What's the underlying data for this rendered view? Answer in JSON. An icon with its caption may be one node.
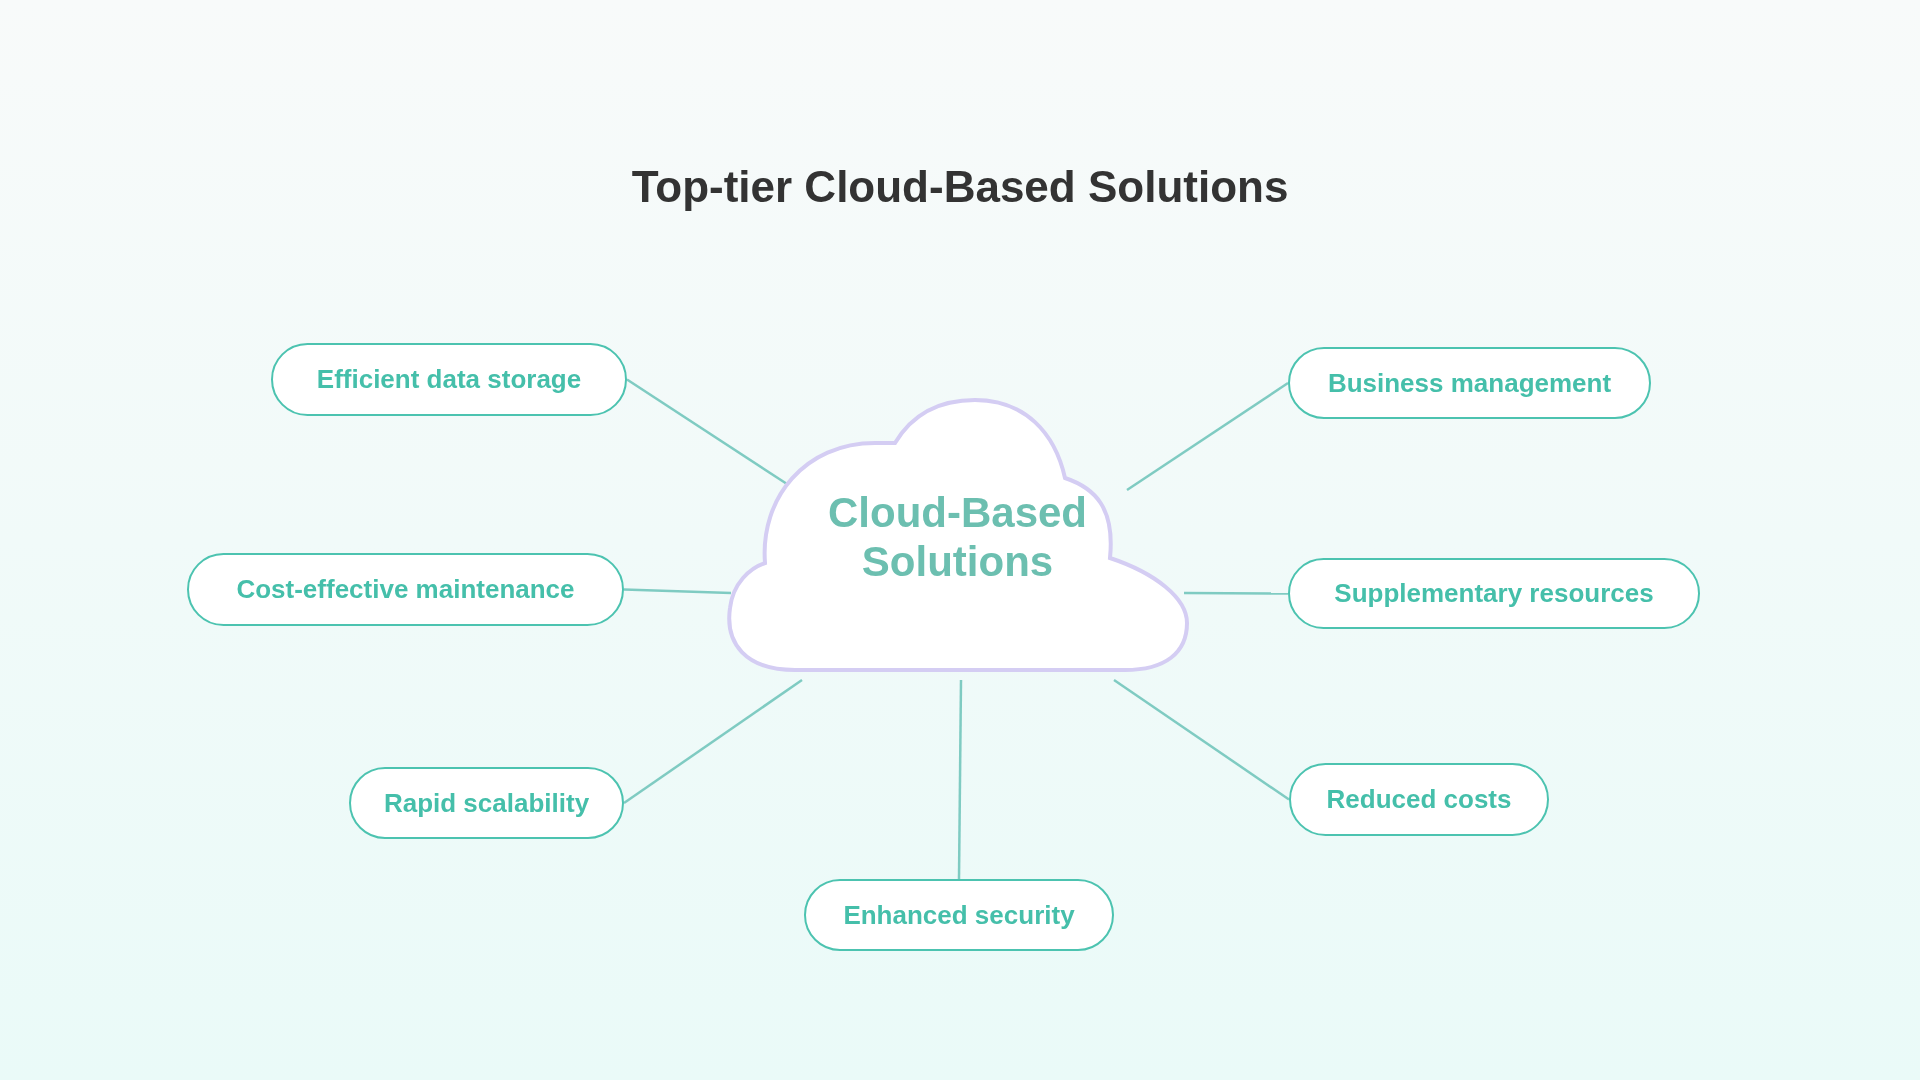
{
  "diagram": {
    "title": "Top-tier Cloud-Based Solutions",
    "nodes": [
      {
        "text": [
          "Cloud-Based Solutions"
        ]
      },
      {
        "text": [
          "Efficient data storage"
        ]
      },
      {
        "text": [
          "Business management"
        ]
      },
      {
        "text": [
          "Cost-effective maintenance"
        ]
      },
      {
        "text": [
          "Supplementary resources"
        ]
      },
      {
        "text": [
          "Rapid scalability"
        ]
      },
      {
        "text": [
          "Reduced costs"
        ]
      },
      {
        "text": [
          "Enhanced security"
        ]
      }
    ],
    "edges": [
      {
        "from": 0,
        "to": 1,
        "arrow": "none"
      },
      {
        "from": 0,
        "to": 2,
        "arrow": "none"
      },
      {
        "from": 0,
        "to": 3,
        "arrow": "none"
      },
      {
        "from": 0,
        "to": 4,
        "arrow": "none"
      },
      {
        "from": 0,
        "to": 5,
        "arrow": "none"
      },
      {
        "from": 0,
        "to": 6,
        "arrow": "none"
      },
      {
        "from": 0,
        "to": 7,
        "arrow": "none"
      }
    ]
  }
}
